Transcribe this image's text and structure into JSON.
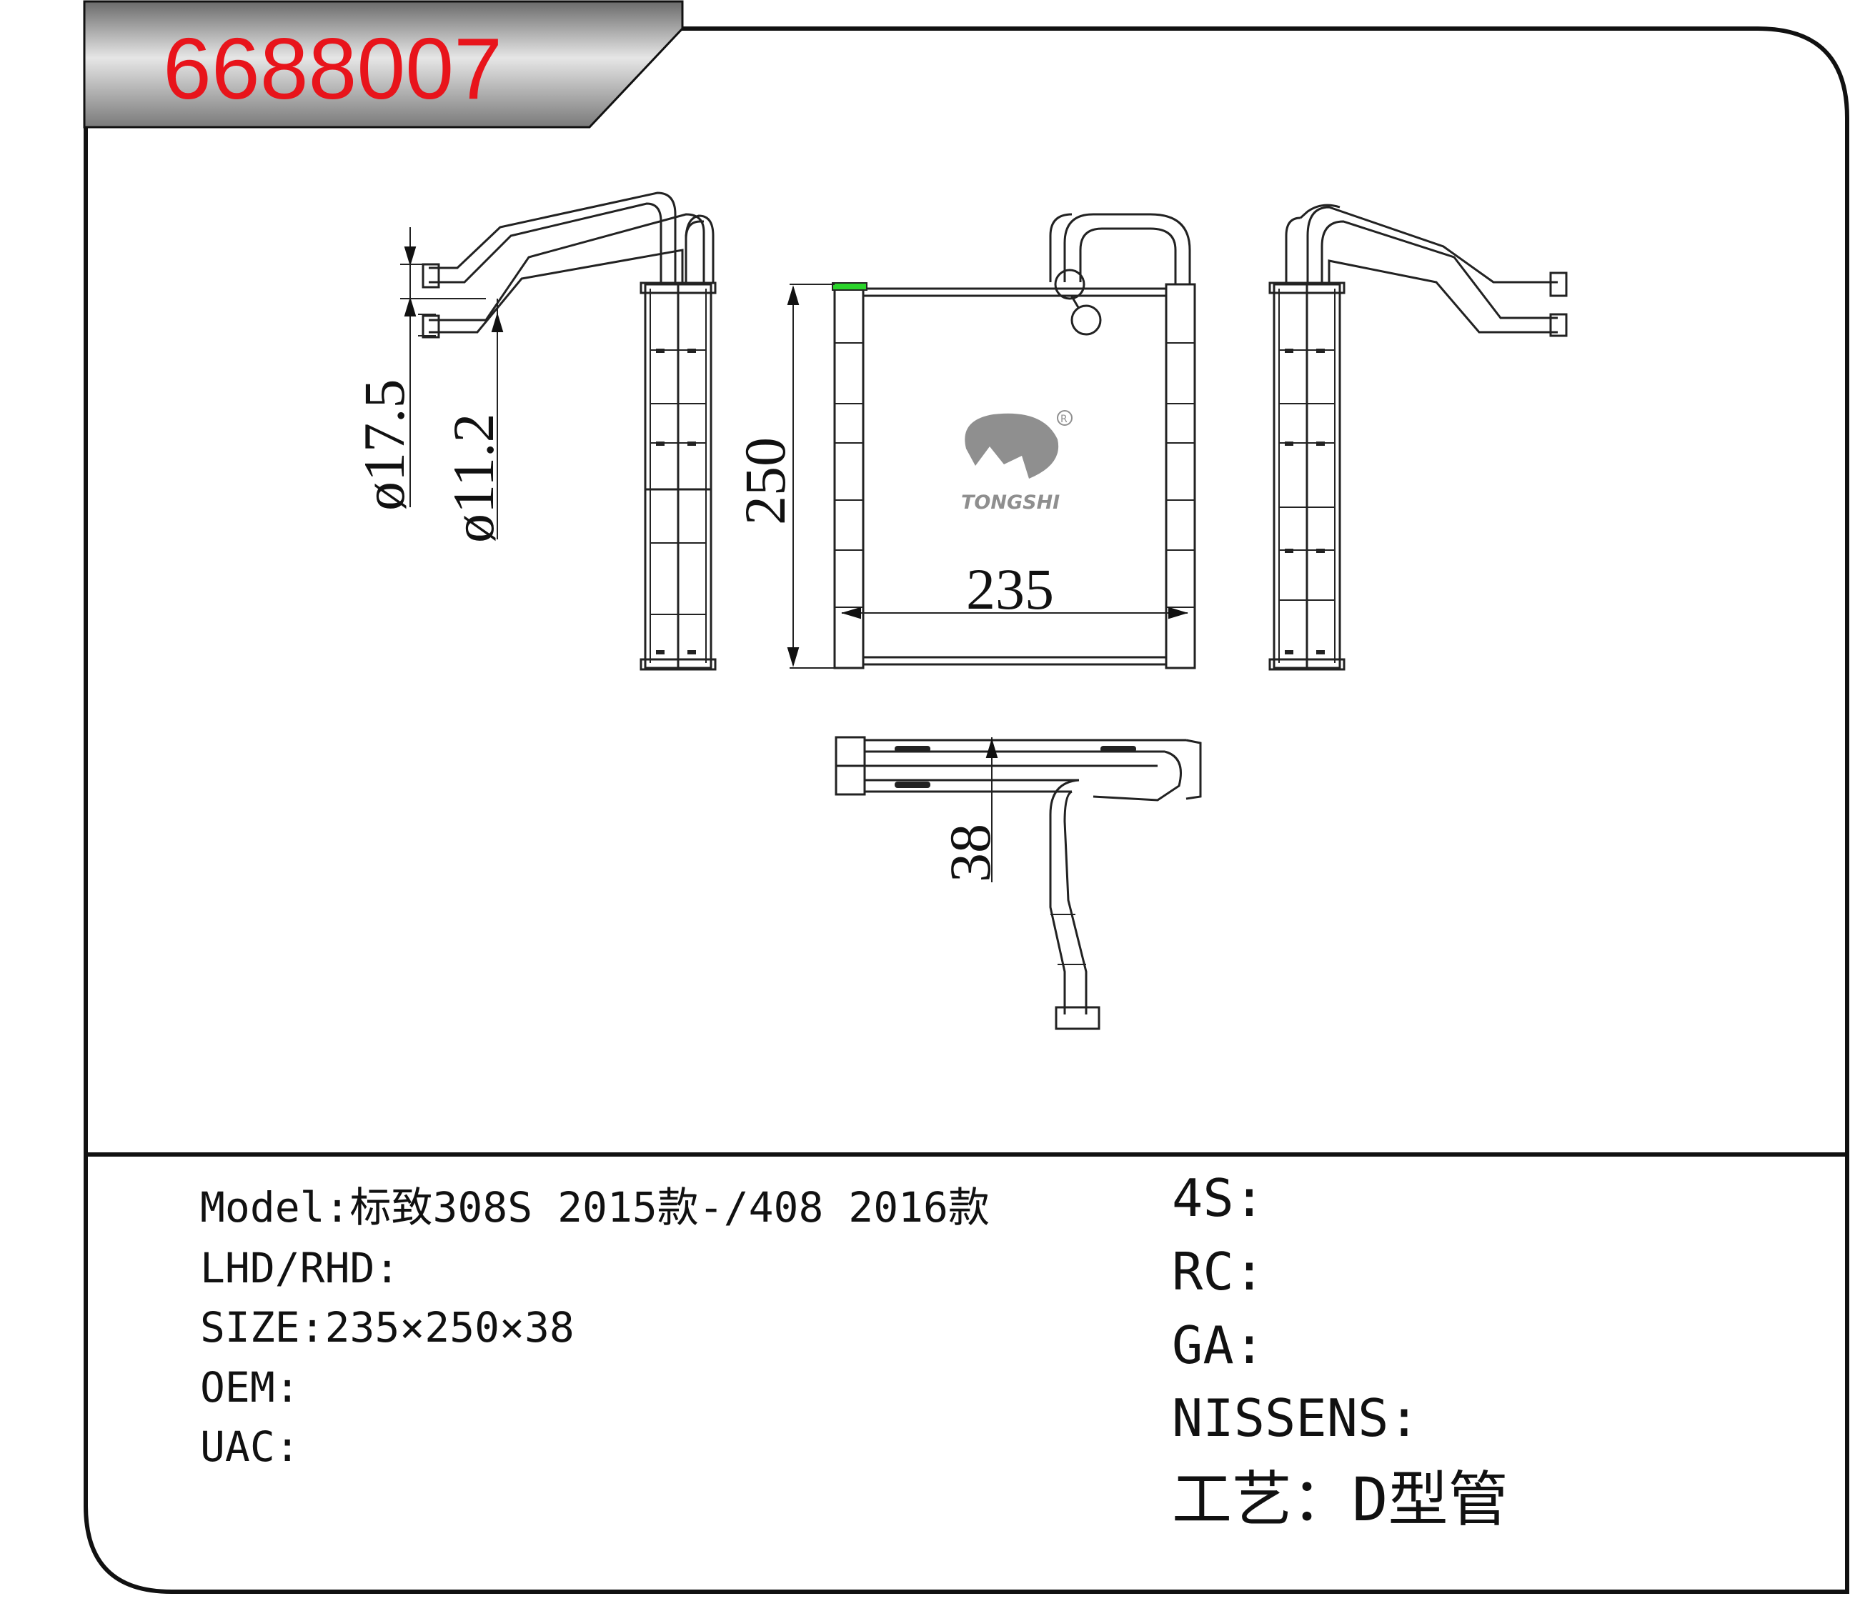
{
  "part_number": "6688007",
  "colors": {
    "part_number": "#e8141b",
    "tag_gradient": [
      "#6b6b6b",
      "#e6e6e6",
      "#7a7a7a"
    ],
    "line": "#111111"
  },
  "logo": {
    "brand": "TONGSHI",
    "registered_mark": "R"
  },
  "dimensions": {
    "inlet_diameter": "ø17.5",
    "outlet_diameter": "ø11.2",
    "height": "250",
    "width": "235",
    "thickness": "38"
  },
  "specs_left": [
    {
      "label": "Model:",
      "value": "标致308S  2015款-/408 2016款"
    },
    {
      "label": "LHD/RHD:",
      "value": ""
    },
    {
      "label": "SIZE:",
      "value": "235×250×38"
    },
    {
      "label": "OEM:",
      "value": ""
    },
    {
      "label": "UAC:",
      "value": ""
    }
  ],
  "specs_right": [
    {
      "label": "4S:",
      "value": ""
    },
    {
      "label": "RC:",
      "value": ""
    },
    {
      "label": "GA:",
      "value": ""
    },
    {
      "label": "NISSENS:",
      "value": ""
    }
  ],
  "craft": {
    "label": "工艺：",
    "value": "D型管"
  }
}
